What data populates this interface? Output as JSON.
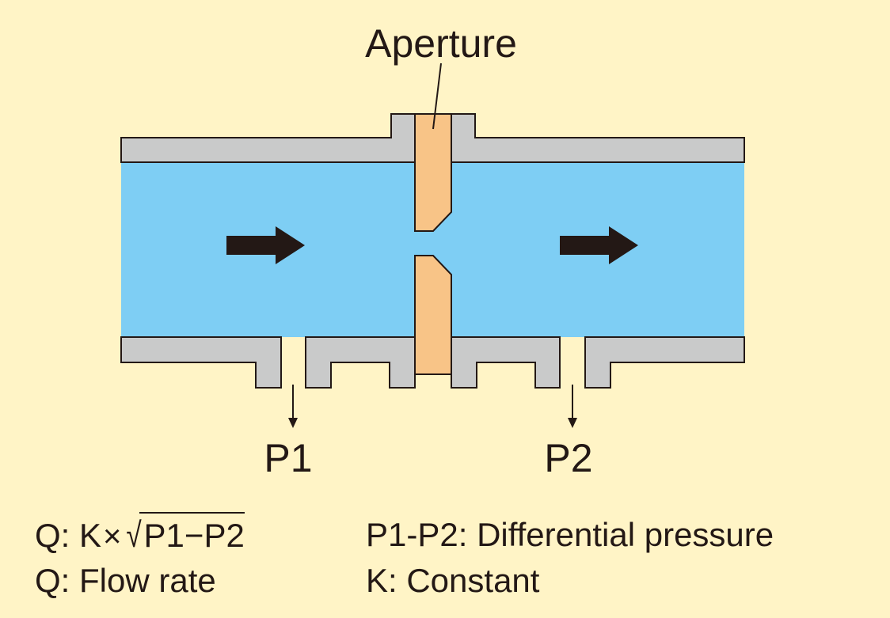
{
  "labels": {
    "aperture": "Aperture",
    "p1": "P1",
    "p2": "P2"
  },
  "formula": {
    "prefix": "Q: K",
    "times": "×",
    "sqrt": "√",
    "radicand": "P1−P2",
    "flow_rate": "Q: Flow rate",
    "differential": "P1-P2: Differential pressure",
    "constant": "K: Constant"
  },
  "colors": {
    "background": "#FFF4C6",
    "pipe_wall": "#C9CACA",
    "fluid": "#7ECEF4",
    "aperture_plate": "#F8C487",
    "ink": "#231815"
  },
  "icons": {
    "inlet_flow": "arrow-right-icon",
    "outlet_flow": "arrow-right-icon"
  }
}
